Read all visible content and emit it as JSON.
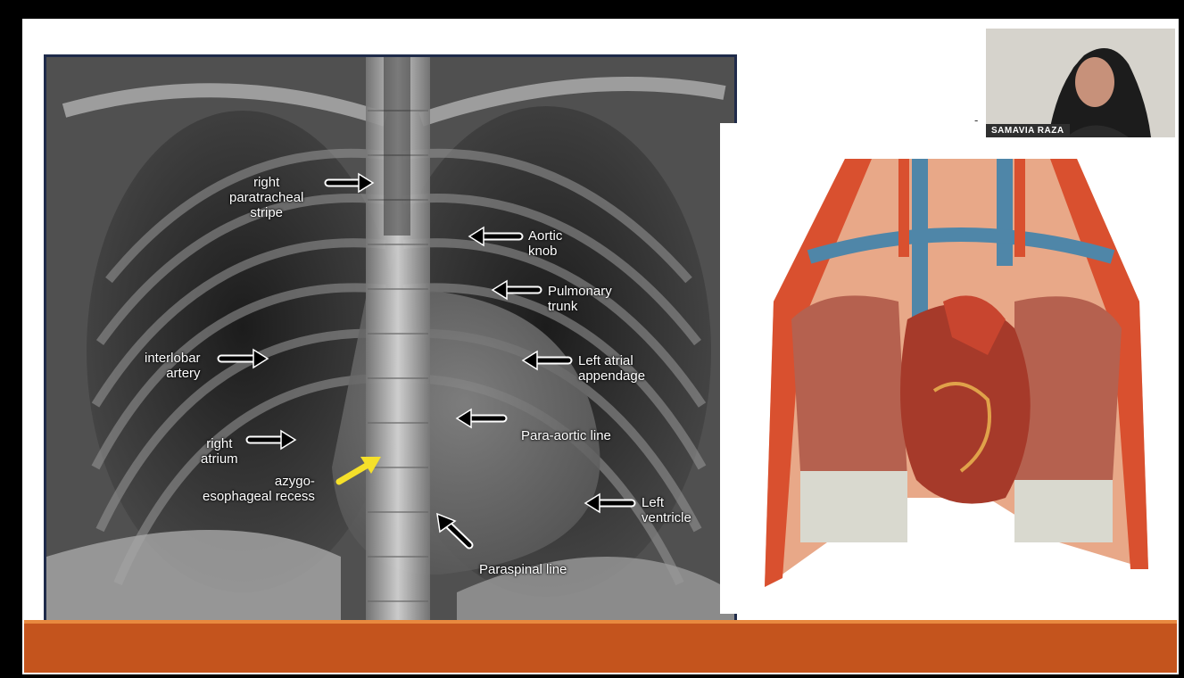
{
  "xray_labels": {
    "right_paratracheal": "right\nparatracheal\nstripe",
    "aortic_knob": "Aortic\nknob",
    "pulmonary_trunk": "Pulmonary\ntrunk",
    "interlobar_artery": "interlobar\nartery",
    "left_atrial_appendage": "Left atrial\nappendage",
    "para_aortic_line": "Para-aortic line",
    "right_atrium": "right\natrium",
    "azygo_esophageal_recess": "azygo-\nesophageal recess",
    "left_ventricle": "Left\nventricle",
    "paraspinal_line": "Paraspinal line"
  },
  "webcam": {
    "name": "SAMAVIA RAZA",
    "separator": "-"
  },
  "colors": {
    "accent_bar": "#c4541d",
    "arrow_highlight": "#f5e02a"
  }
}
